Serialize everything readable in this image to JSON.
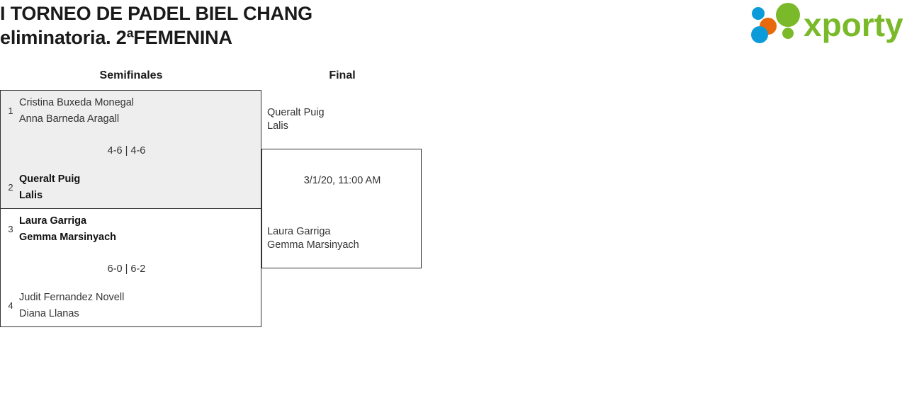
{
  "header": {
    "title": "I TORNEO DE PADEL BIEL CHANG\neliminatoria. 2ªFEMENINA",
    "logo_text": "xporty",
    "logo_colors": {
      "green": "#7ab929",
      "orange": "#e8690b",
      "blue": "#0c9bd9"
    }
  },
  "rounds": [
    {
      "name": "semifinales",
      "label": "Semifinales"
    },
    {
      "name": "final",
      "label": "Final"
    }
  ],
  "bracket": {
    "semifinals": [
      {
        "score": "4-6 | 4-6",
        "teams": [
          {
            "seed": "1",
            "player1": "Cristina Buxeda Monegal",
            "player2": "Anna Barneda Aragall",
            "winner": false
          },
          {
            "seed": "2",
            "player1": "Queralt Puig",
            "player2": "Lalis",
            "winner": true
          }
        ]
      },
      {
        "score": "6-0 | 6-2",
        "teams": [
          {
            "seed": "3",
            "player1": "Laura Garriga",
            "player2": "Gemma Marsinyach",
            "winner": true
          },
          {
            "seed": "4",
            "player1": "Judit Fernandez Novell",
            "player2": "Diana Llanas",
            "winner": false
          }
        ]
      }
    ],
    "final": {
      "date": "3/1/20, 11:00 AM",
      "teams": [
        {
          "player1": "Queralt Puig",
          "player2": "Lalis",
          "winner": false
        },
        {
          "player1": "Laura Garriga",
          "player2": "Gemma Marsinyach",
          "winner": false
        }
      ]
    }
  }
}
